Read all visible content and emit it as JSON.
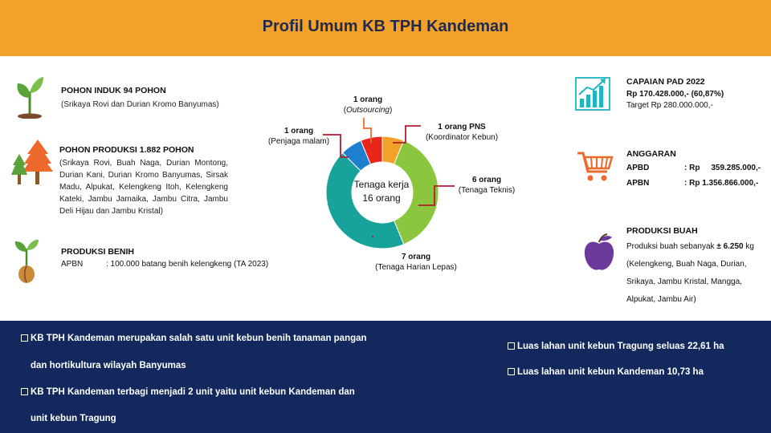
{
  "header": {
    "title": "Profil Umum KB TPH Kandeman"
  },
  "left": {
    "pohon_induk": {
      "title": "POHON INDUK 94 POHON",
      "text": "(Srikaya Rovi dan Durian Kromo  Banyumas)"
    },
    "pohon_produksi": {
      "title": "POHON PRODUKSI 1.882 POHON",
      "text": "(Srikaya Rovi, Buah Naga, Durian Montong, Durian Kani, Durian Kromo Banyumas, Sirsak Madu, Alpukat, Kelengkeng Itoh, Kelengkeng Kateki, Jambu Jamaika, Jambu Citra, Jambu Deli Hijau dan Jambu Kristal)"
    },
    "produksi_benih": {
      "title": "PRODUKSI BENIH",
      "label": "APBN",
      "value": ": 100.000 batang benih kelengkeng  (TA 2023)"
    }
  },
  "center": {
    "center_line1": "Tenaga kerja",
    "center_line2": "16 orang",
    "labels": [
      {
        "count": "1 orang",
        "role": "Outsourcing",
        "italic": true
      },
      {
        "count": "1 orang PNS",
        "role": "(Koordinator Kebun)",
        "italic": false
      },
      {
        "count": "6 orang",
        "role": "(Tenaga Teknis)",
        "italic": false
      },
      {
        "count": "7 orang",
        "role": "(Tenaga Harian Lepas)",
        "italic": false
      },
      {
        "count": "1 orang",
        "role": "(Penjaga malam)",
        "italic": false
      }
    ]
  },
  "chart_data": {
    "type": "pie",
    "title": "",
    "series": [
      {
        "name": "Koordinator Kebun",
        "value": 1,
        "color": "#f2a22a"
      },
      {
        "name": "Tenaga Teknis",
        "value": 6,
        "color": "#8cc63f"
      },
      {
        "name": "Tenaga Harian Lepas",
        "value": 7,
        "color": "#17a39a"
      },
      {
        "name": "Penjaga malam",
        "value": 1,
        "color": "#1d7fce"
      },
      {
        "name": "Outsourcing",
        "value": 1,
        "color": "#e8261c"
      }
    ]
  },
  "right": {
    "pad": {
      "title": "CAPAIAN PAD 2022",
      "value": "Rp 170.428.000,-  (60,87%)",
      "target": "Target Rp 280.000.000,-"
    },
    "anggaran": {
      "title": "ANGGARAN",
      "apbd_label": "APBD",
      "apbd_value": ": Rp     359.285.000,-",
      "apbn_label": "APBN",
      "apbn_value": ": Rp 1.356.866.000,-"
    },
    "buah": {
      "title": "PRODUKSI BUAH",
      "line1_prefix": "Produksi buah sebanyak",
      "line1_pm": "± 6.250",
      "line1_suffix": "kg",
      "line2": "(Kelengkeng, Buah Naga, Durian,",
      "line3": "Srikaya, Jambu Kristal, Mangga,",
      "line4": "Alpukat, Jambu Air)"
    }
  },
  "bottom": {
    "left1a": "KB TPH Kandeman merupakan salah satu unit kebun benih tanaman pangan",
    "left1b": "dan hortikultura wilayah Banyumas",
    "left2a": "KB TPH Kandeman terbagi menjadi 2 unit yaitu unit kebun Kandeman dan",
    "left2b": "unit kebun Tragung",
    "right1": "Luas lahan unit kebun Tragung seluas 22,61 ha",
    "right2": "Luas lahan unit kebun Kandeman 10,73 ha"
  },
  "colors": {
    "header": "#f2a22a",
    "bottom": "#13295e",
    "leader": "#b31d2e",
    "icon_green": "#5aa33a",
    "icon_orange": "#ee6a2c",
    "icon_teal": "#1db5c2",
    "icon_purple": "#6b3a9c"
  }
}
